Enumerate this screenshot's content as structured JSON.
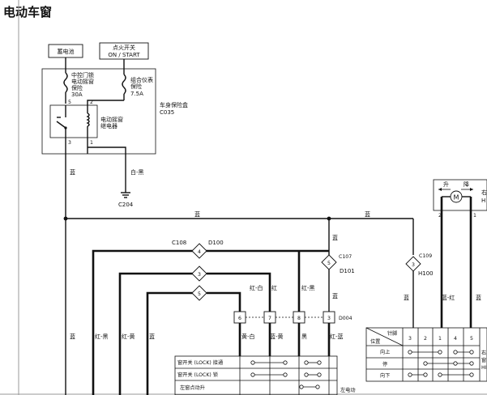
{
  "title": "电动车窗",
  "battery": "蓄电池",
  "ignition": {
    "line1": "点火开关",
    "line2": "ON / START"
  },
  "fuse1": {
    "line1": "中控门锁",
    "line2": "电动摇窗",
    "line3": "保险",
    "rating": "30A"
  },
  "fuse2": {
    "line1": "组合仪表",
    "line2": "保险",
    "rating": "7.5A"
  },
  "fuse_box": {
    "line1": "车身保险盒",
    "line2": "C035"
  },
  "relay": {
    "line1": "电动摇窗",
    "line2": "继电器"
  },
  "relay_pins": {
    "p5": "5",
    "p2": "2",
    "p3": "3",
    "p1": "1"
  },
  "ground": {
    "wire": "白-黑",
    "id": "C204"
  },
  "wire_labels": {
    "lan_vertical": "蓝",
    "lan_bus_1": "蓝",
    "lan_bus_2": "蓝",
    "lan_c107": "蓝",
    "lan_c109": "蓝",
    "lan_left": "蓝",
    "red_black": "红-黑",
    "red_yellow": "红-黄",
    "lan_mid": "蓝",
    "red_white": "红-白",
    "red": "红",
    "red_black2": "红-黑",
    "yellow_white": "黄-白",
    "blue_yellow": "蓝-黄",
    "black": "黑",
    "red_blue": "红-蓝",
    "lan_right": "蓝",
    "blue_red": "蓝-红",
    "blue_motor": "蓝"
  },
  "connectors": {
    "c108": "C108",
    "d100": "D100",
    "c107": "C107",
    "d101": "D101",
    "c109": "C109",
    "h100": "H100",
    "d004": "D004"
  },
  "diamonds": {
    "d4": "4",
    "d3": "3",
    "d5": "5",
    "d5b": "5",
    "d3b": "3"
  },
  "pins": {
    "p6": "6",
    "p7": "7",
    "p8": "8",
    "p3": "3"
  },
  "motor": {
    "up": "升",
    "down": "降",
    "symbol": "M",
    "pin2": "2",
    "pin1": "1",
    "side1": "右",
    "side2": "H"
  },
  "left_switch_rows": [
    "窗开关 (LOCK) 接通",
    "窗开关 (LOCK) 锁",
    "左窗点动升"
  ],
  "left_motor_label": "左电动",
  "right_table": {
    "pin_header": "针脚",
    "pos_header": "位置",
    "columns": [
      "3",
      "2",
      "1",
      "4",
      "5"
    ],
    "rows": [
      "向上",
      "停",
      "向下"
    ],
    "side_line1": "右",
    "side_line2": "窗",
    "side_line3": "HI"
  }
}
